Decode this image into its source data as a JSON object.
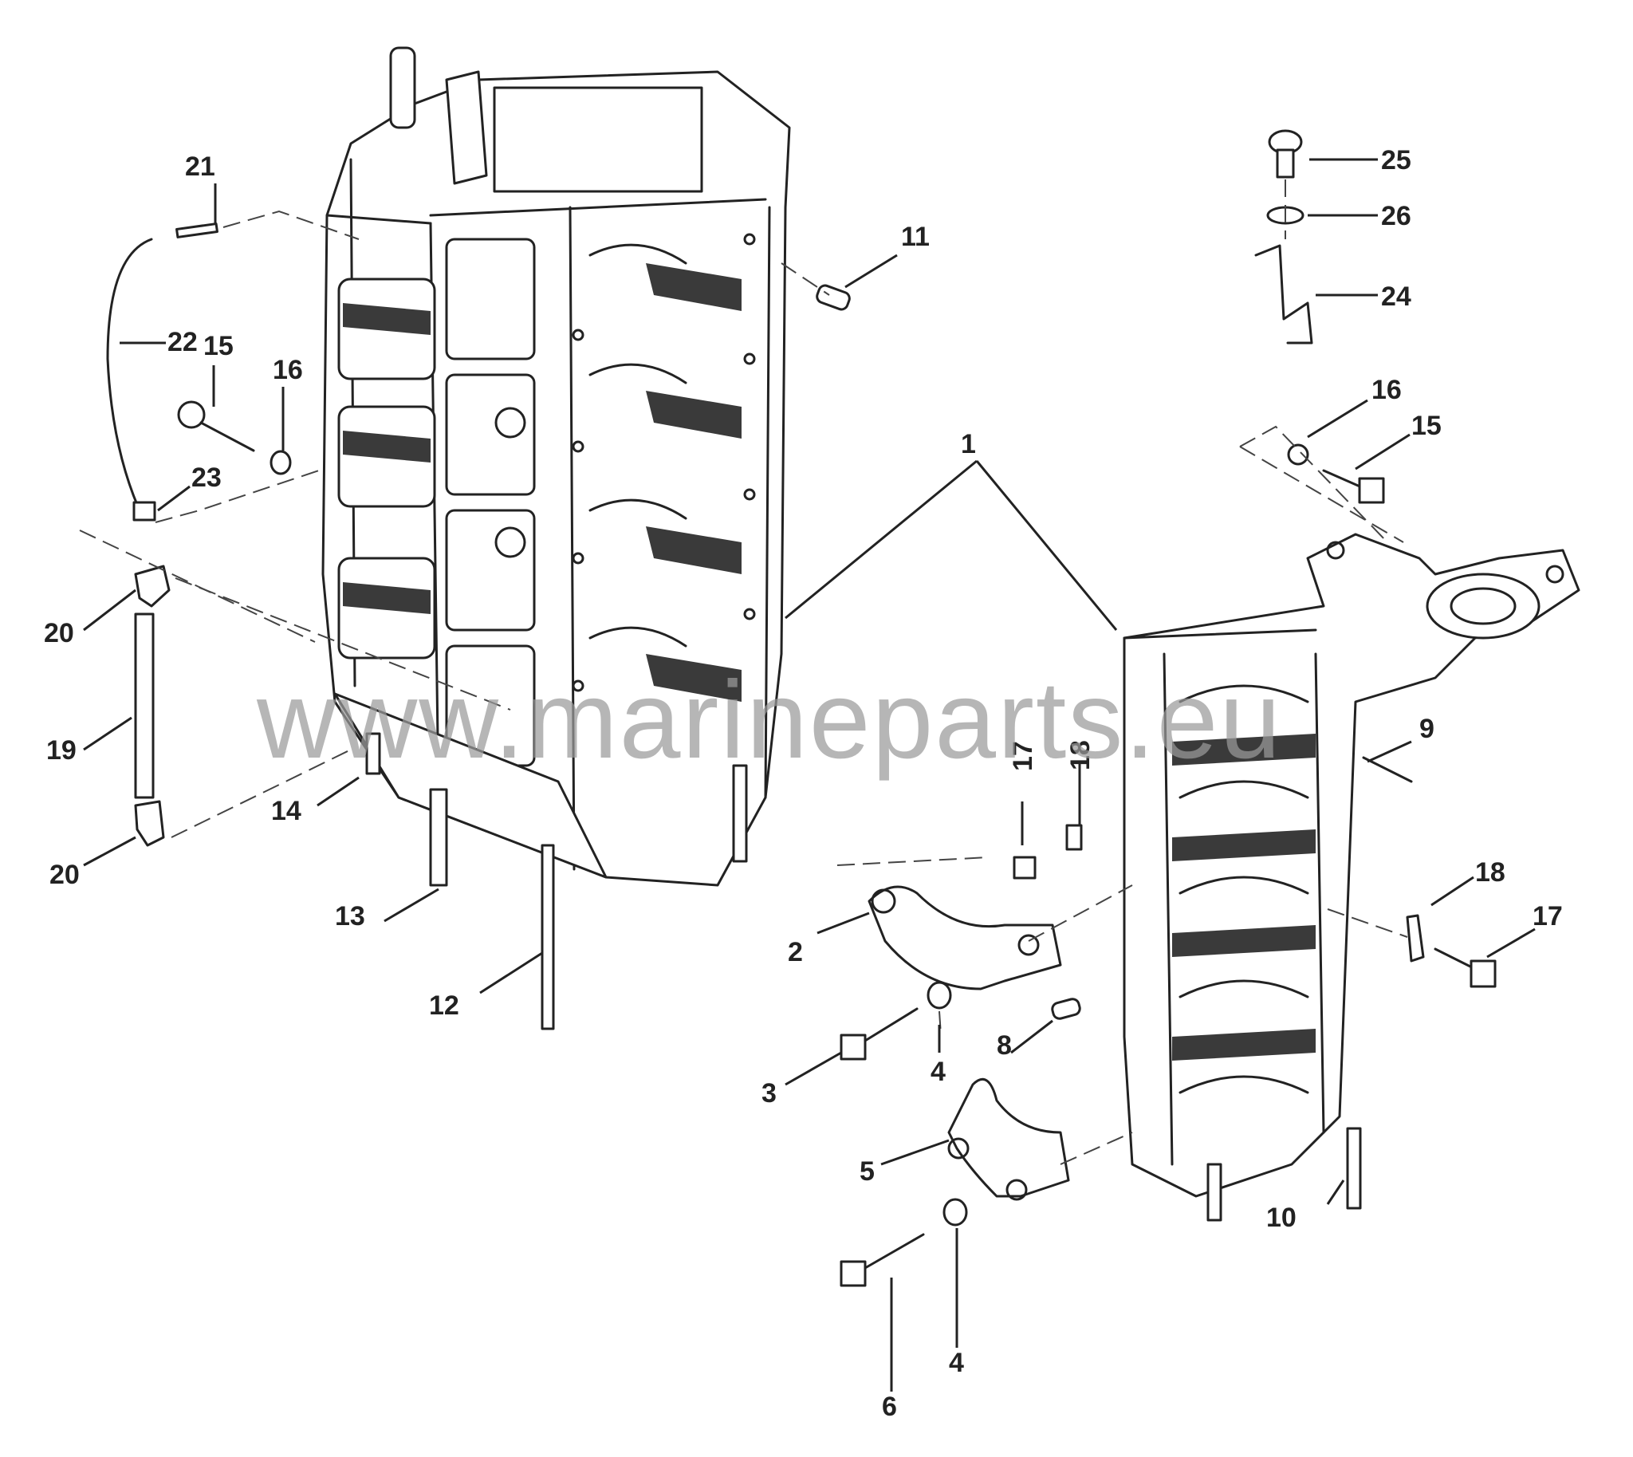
{
  "watermark": "www.marineparts.eu",
  "callouts": {
    "c1": "1",
    "c2": "2",
    "c3": "3",
    "c4a": "4",
    "c4b": "4",
    "c5": "5",
    "c6": "6",
    "c8": "8",
    "c9": "9",
    "c10": "10",
    "c11": "11",
    "c12": "12",
    "c13": "13",
    "c14": "14",
    "c15a": "15",
    "c15b": "15",
    "c16a": "16",
    "c16b": "16",
    "c17a": "17",
    "c17b": "17",
    "c18a": "18",
    "c18b": "18",
    "c19": "19",
    "c20a": "20",
    "c20b": "20",
    "c21": "21",
    "c22": "22",
    "c23": "23",
    "c24": "24",
    "c25": "25",
    "c26": "26"
  }
}
